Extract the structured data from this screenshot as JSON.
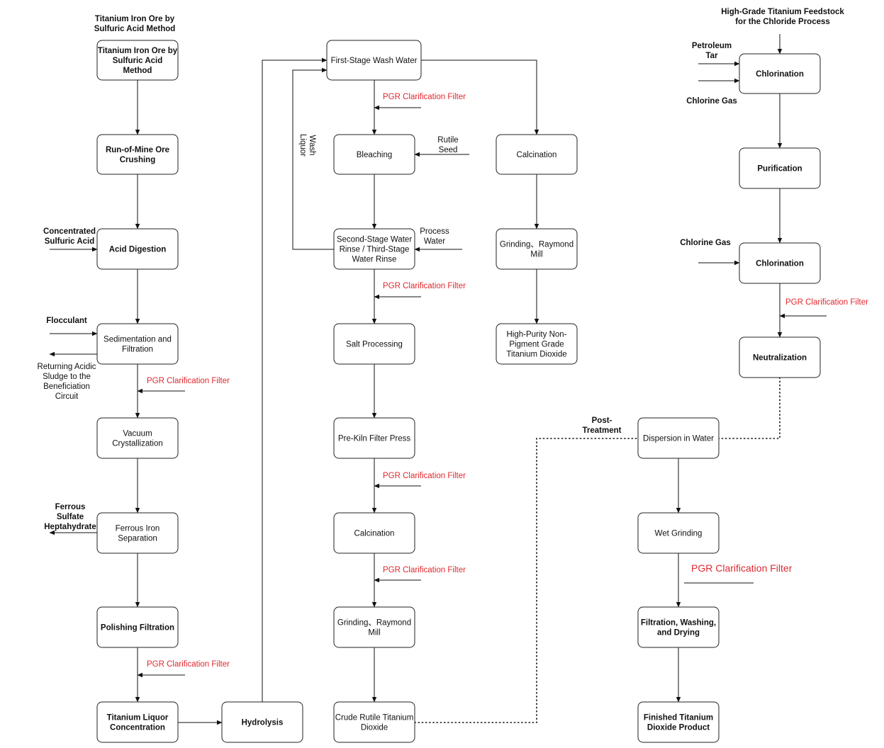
{
  "diagram": {
    "nodes": [
      {
        "id": "n_tio_method",
        "lines": [
          "Titanium Iron Ore by",
          "Sulfuric Acid",
          "Method"
        ],
        "bold": true
      },
      {
        "id": "n_rom_crush",
        "lines": [
          "Run-of-Mine Ore",
          "Crushing"
        ],
        "bold": true
      },
      {
        "id": "n_acid_dig",
        "lines": [
          "Acid Digestion"
        ],
        "bold": true
      },
      {
        "id": "n_sed_filt",
        "lines": [
          "Sedimentation and",
          "Filtration"
        ],
        "bold": false
      },
      {
        "id": "n_vac_cryst",
        "lines": [
          "Vacuum",
          "Crystallization"
        ],
        "bold": false
      },
      {
        "id": "n_ferrous_sep",
        "lines": [
          "Ferrous Iron",
          "Separation"
        ],
        "bold": false
      },
      {
        "id": "n_polish",
        "lines": [
          "Polishing Filtration"
        ],
        "bold": true
      },
      {
        "id": "n_liquor_conc",
        "lines": [
          "Titanium Liquor",
          "Concentration"
        ],
        "bold": true
      },
      {
        "id": "n_hydrolysis",
        "lines": [
          "Hydrolysis"
        ],
        "bold": true
      },
      {
        "id": "n_first_wash",
        "lines": [
          "First-Stage Wash Water"
        ],
        "bold": false
      },
      {
        "id": "n_bleach",
        "lines": [
          "Bleaching"
        ],
        "bold": false
      },
      {
        "id": "n_second_wash",
        "lines": [
          "Second-Stage Water",
          "Rinse / Third-Stage",
          "Water Rinse"
        ],
        "bold": false
      },
      {
        "id": "n_salt",
        "lines": [
          "Salt Processing"
        ],
        "bold": false
      },
      {
        "id": "n_prekiln",
        "lines": [
          "Pre-Kiln Filter Press"
        ],
        "bold": false
      },
      {
        "id": "n_calc_mid",
        "lines": [
          "Calcination"
        ],
        "bold": false
      },
      {
        "id": "n_grind_mid",
        "lines": [
          "Grinding、Raymond",
          "Mill"
        ],
        "bold": false
      },
      {
        "id": "n_crude_rutile",
        "lines": [
          "Crude Rutile Titanium",
          "Dioxide"
        ],
        "bold": false
      },
      {
        "id": "n_calc_right",
        "lines": [
          "Calcination"
        ],
        "bold": false
      },
      {
        "id": "n_grind_right",
        "lines": [
          "Grinding、Raymond",
          "Mill"
        ],
        "bold": false
      },
      {
        "id": "n_high_purity",
        "lines": [
          "High-Purity Non-",
          "Pigment Grade",
          "Titanium Dioxide"
        ],
        "bold": false
      },
      {
        "id": "n_chlor1",
        "lines": [
          "Chlorination"
        ],
        "bold": true
      },
      {
        "id": "n_purif",
        "lines": [
          "Purification"
        ],
        "bold": true
      },
      {
        "id": "n_chlor2",
        "lines": [
          "Chlorination"
        ],
        "bold": true
      },
      {
        "id": "n_neutral",
        "lines": [
          "Neutralization"
        ],
        "bold": true
      },
      {
        "id": "n_dispersion",
        "lines": [
          "Dispersion in Water"
        ],
        "bold": false
      },
      {
        "id": "n_wet_grind",
        "lines": [
          "Wet Grinding"
        ],
        "bold": false
      },
      {
        "id": "n_filt_wash_dry",
        "lines": [
          "Filtration, Washing,",
          "and Drying"
        ],
        "bold": true
      },
      {
        "id": "n_finished",
        "lines": [
          "Finished Titanium",
          "Dioxide Product"
        ],
        "bold": true
      }
    ],
    "labels": [
      {
        "id": "l_title_left",
        "lines": [
          "Titanium Iron Ore by",
          "Sulfuric Acid Method"
        ],
        "style": "bold",
        "anchor": "middle"
      },
      {
        "id": "l_conc_acid",
        "lines": [
          "Concentrated",
          "Sulfuric Acid"
        ],
        "style": "bold",
        "anchor": "middle"
      },
      {
        "id": "l_flocculant",
        "lines": [
          "Flocculant"
        ],
        "style": "bold",
        "anchor": "middle"
      },
      {
        "id": "l_returning",
        "lines": [
          "Returning Acidic",
          "Sludge to the",
          "Beneficiation",
          "Circuit"
        ],
        "style": "normal",
        "anchor": "middle"
      },
      {
        "id": "l_pgr_1",
        "lines": [
          "PGR Clarification Filter"
        ],
        "style": "red",
        "anchor": "start"
      },
      {
        "id": "l_ferrous_hepta",
        "lines": [
          "Ferrous",
          "Sulfate",
          "Heptahydrate"
        ],
        "style": "bold",
        "anchor": "middle"
      },
      {
        "id": "l_pgr_2",
        "lines": [
          "PGR Clarification Filter"
        ],
        "style": "red",
        "anchor": "start"
      },
      {
        "id": "l_pgr_3",
        "lines": [
          "PGR Clarification Filter"
        ],
        "style": "red",
        "anchor": "start"
      },
      {
        "id": "l_rutile_seed",
        "lines": [
          "Rutile",
          "Seed"
        ],
        "style": "normal",
        "anchor": "middle"
      },
      {
        "id": "l_process_water",
        "lines": [
          "Process",
          "Water"
        ],
        "style": "normal",
        "anchor": "middle"
      },
      {
        "id": "l_pgr_4",
        "lines": [
          "PGR Clarification Filter"
        ],
        "style": "red",
        "anchor": "start"
      },
      {
        "id": "l_pgr_5",
        "lines": [
          "PGR Clarification Filter"
        ],
        "style": "red",
        "anchor": "start"
      },
      {
        "id": "l_pgr_6",
        "lines": [
          "PGR Clarification Filter"
        ],
        "style": "red",
        "anchor": "start"
      },
      {
        "id": "l_title_right",
        "lines": [
          "High-Grade Titanium Feedstock",
          "for the Chloride Process"
        ],
        "style": "bold",
        "anchor": "middle"
      },
      {
        "id": "l_petroleum_tar",
        "lines": [
          "Petroleum",
          "Tar"
        ],
        "style": "bold",
        "anchor": "middle"
      },
      {
        "id": "l_chlorine_gas_1",
        "lines": [
          "Chlorine Gas"
        ],
        "style": "bold",
        "anchor": "middle"
      },
      {
        "id": "l_chlorine_gas_2",
        "lines": [
          "Chlorine Gas"
        ],
        "style": "bold",
        "anchor": "middle"
      },
      {
        "id": "l_pgr_7",
        "lines": [
          "PGR Clarification Filter"
        ],
        "style": "red",
        "anchor": "start"
      },
      {
        "id": "l_post_treatment",
        "lines": [
          "Post-",
          "Treatment"
        ],
        "style": "bold",
        "anchor": "middle"
      },
      {
        "id": "l_pgr_8",
        "lines": [
          "PGR Clarification Filter"
        ],
        "style": "red-large",
        "anchor": "start"
      }
    ],
    "rotated_labels": [
      {
        "id": "l_wash_liquor",
        "lines": [
          "Wash",
          "Liquor"
        ]
      }
    ]
  }
}
